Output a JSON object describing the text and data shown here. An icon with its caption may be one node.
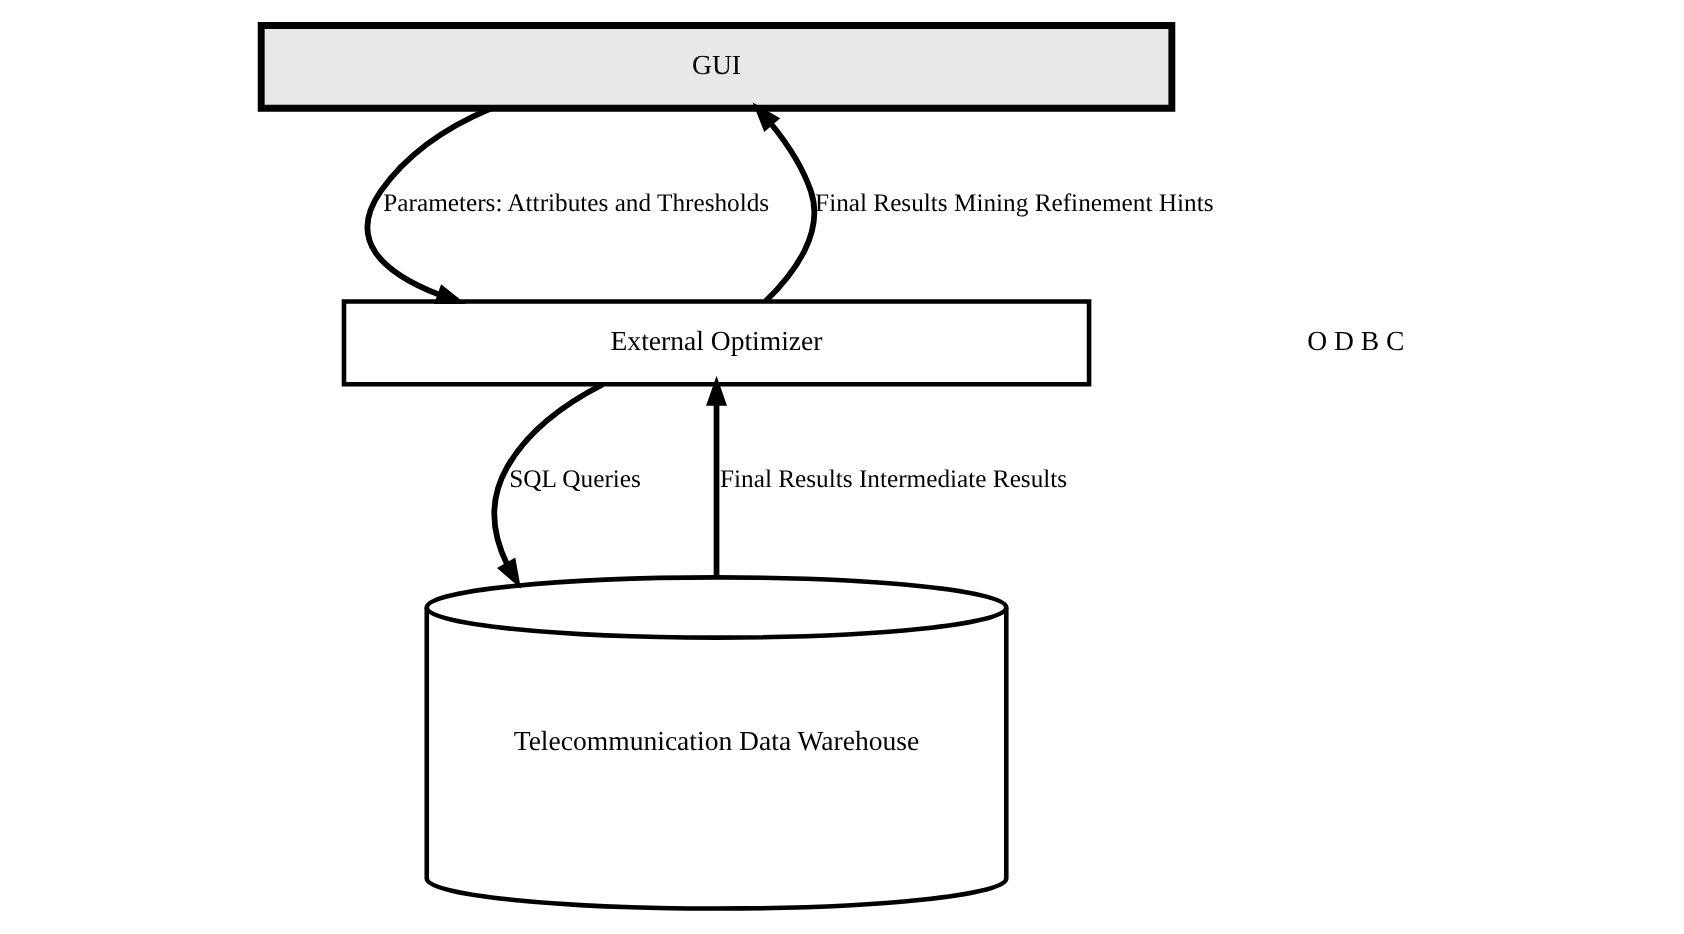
{
  "diagram": {
    "nodes": [
      {
        "text": [
          "GUI"
        ]
      },
      {
        "text": [
          "External Optimizer"
        ]
      },
      {
        "text": [
          "Telecommunication Data Warehouse"
        ]
      }
    ],
    "edges": [
      {
        "from": 0,
        "to": 1,
        "arrow": "to",
        "label": "Parameters: Attributes and Thresholds"
      },
      {
        "from": 1,
        "to": 0,
        "arrow": "to",
        "label": "Final Results Mining Refinement Hints"
      },
      {
        "from": 1,
        "to": 2,
        "arrow": "to",
        "label": "SQL Queries"
      },
      {
        "from": 2,
        "to": 1,
        "arrow": "to",
        "label": "Final Results Intermediate Results"
      }
    ],
    "labels": [
      "O D B C"
    ]
  }
}
